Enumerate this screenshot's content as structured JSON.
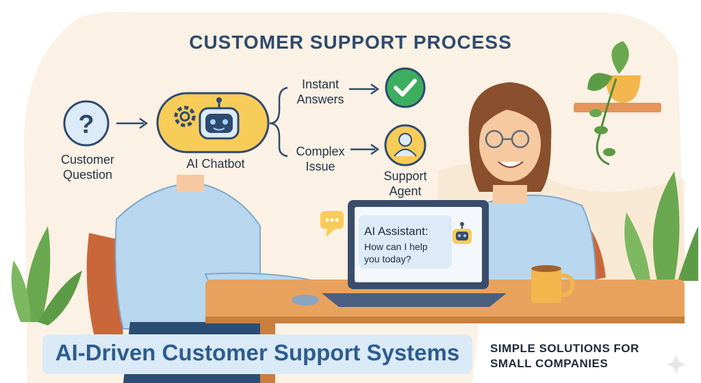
{
  "diagram": {
    "title": "CUSTOMER SUPPORT PROCESS",
    "nodes": {
      "customer_question": "Customer\nQuestion",
      "ai_chatbot": "AI Chatbot",
      "instant_answers": "Instant\nAnswers",
      "complex_issue": "Complex\nIssue",
      "support_agent": "Support\nAgent"
    },
    "laptop_chat": {
      "title": "AI Assistant:",
      "message": "How can I help you today?"
    }
  },
  "footer": {
    "banner": "AI-Driven Customer Support Systems",
    "tagline": "SIMPLE SOLUTIONS FOR SMALL COMPANIES"
  },
  "colors": {
    "background": "#fbf1e4",
    "chatbot_pill": "#f7cc58",
    "check_green": "#3cae5f",
    "banner_bg": "#dbeaf7",
    "banner_text": "#2c5d91",
    "shirt_blue": "#b8d7ef"
  },
  "icons": [
    "question-icon",
    "gear-icon",
    "robot-icon",
    "check-icon",
    "person-icon",
    "chat-dots-icon",
    "coffee-mug-icon",
    "plant-icon"
  ]
}
